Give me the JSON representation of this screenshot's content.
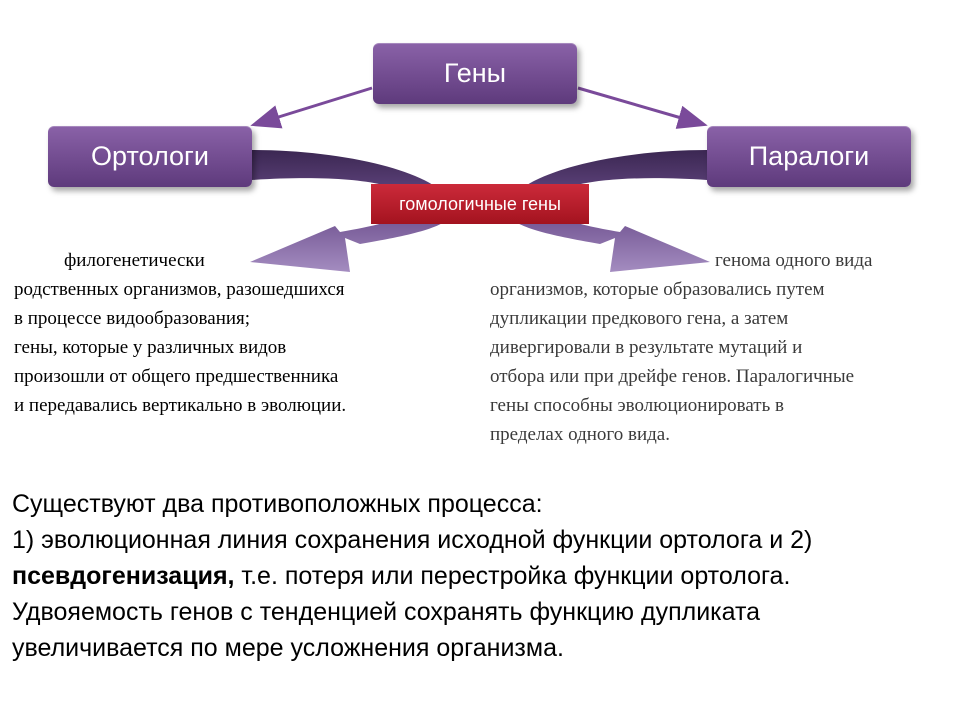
{
  "nodes": {
    "genes": "Гены",
    "orthologs": "Ортологи",
    "paralogs": "Паралоги",
    "homologous": "гомологичные гены"
  },
  "orthologs_text": {
    "line1": "филогенетически",
    "line2": "родственных организмов, разошедшихся",
    "line3": "в процессе видообразования;",
    "line4": "гены, которые у различных видов",
    "line5": "произошли от общего предшественника",
    "line6": "и передавались вертикально в эволюции."
  },
  "paralogs_text": {
    "line1": "генома одного вида",
    "line2": "организмов, которые образовались путем",
    "line3": "дупликации предкового гена, а затем",
    "line4": "дивергировали в результате мутаций и",
    "line5": "отбора или при дрейфе генов. Паралогичные",
    "line6": "гены способны эволюционировать в",
    "line7": "пределах одного вида."
  },
  "bottom": {
    "line1": "Существуют два противоположных процесса:",
    "line2": "1) эволюционная линия сохранения исходной функции ортолога и 2)",
    "line3_bold": "псевдогенизация,",
    "line3_rest": " т.е. потеря или перестройка функции ортолога.",
    "line4": "Удвояемость генов с тенденцией сохранять функцию дупликата",
    "line5": "увеличивается по мере усложнения организма."
  },
  "colors": {
    "box": "#6e4a8e",
    "homologous": "#b81c2a",
    "arrow": "#6f4b8d"
  }
}
